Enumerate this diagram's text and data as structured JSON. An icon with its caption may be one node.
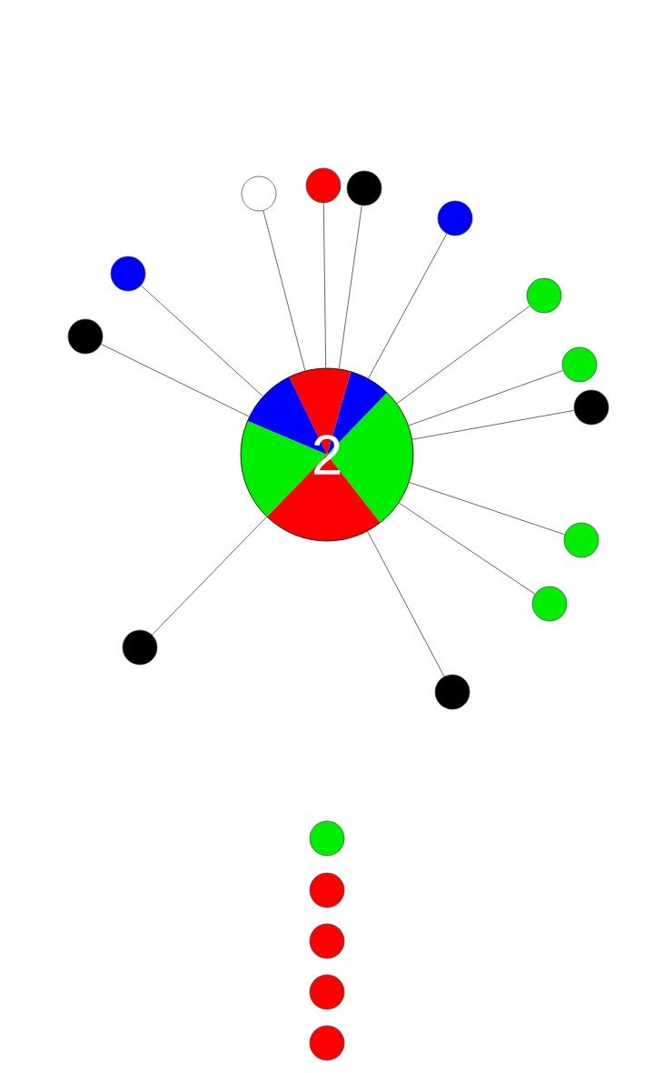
{
  "diagram": {
    "nodes": [
      {
        "text": [
          "2"
        ]
      },
      {
        "text": [],
        "shape": "circle"
      },
      {
        "text": [],
        "shape": "circle"
      },
      {
        "text": [],
        "shape": "circle"
      },
      {
        "text": [],
        "shape": "circle"
      },
      {
        "text": [],
        "shape": "circle"
      },
      {
        "text": [],
        "shape": "circle"
      },
      {
        "text": [],
        "shape": "circle"
      },
      {
        "text": [],
        "shape": "circle"
      },
      {
        "text": [],
        "shape": "circle"
      },
      {
        "text": [],
        "shape": "circle"
      },
      {
        "text": [],
        "shape": "circle"
      },
      {
        "text": [],
        "shape": "circle"
      },
      {
        "text": [],
        "shape": "circle"
      },
      {
        "text": [],
        "shape": "circle"
      },
      {
        "text": [],
        "shape": "circle"
      },
      {
        "text": [],
        "shape": "circle"
      },
      {
        "text": [],
        "shape": "circle"
      },
      {
        "text": [],
        "shape": "circle"
      }
    ],
    "edges": [
      {
        "from": 0,
        "to": 1,
        "arrow": "none"
      },
      {
        "from": 0,
        "to": 2,
        "arrow": "none"
      },
      {
        "from": 0,
        "to": 3,
        "arrow": "none"
      },
      {
        "from": 0,
        "to": 4,
        "arrow": "none"
      },
      {
        "from": 0,
        "to": 5,
        "arrow": "none"
      },
      {
        "from": 0,
        "to": 6,
        "arrow": "none"
      },
      {
        "from": 0,
        "to": 7,
        "arrow": "none"
      },
      {
        "from": 0,
        "to": 8,
        "arrow": "none"
      },
      {
        "from": 0,
        "to": 9,
        "arrow": "none"
      },
      {
        "from": 0,
        "to": 10,
        "arrow": "none"
      },
      {
        "from": 0,
        "to": 11,
        "arrow": "none"
      },
      {
        "from": 0,
        "to": 12,
        "arrow": "none"
      },
      {
        "from": 0,
        "to": 13,
        "arrow": "none"
      }
    ]
  }
}
